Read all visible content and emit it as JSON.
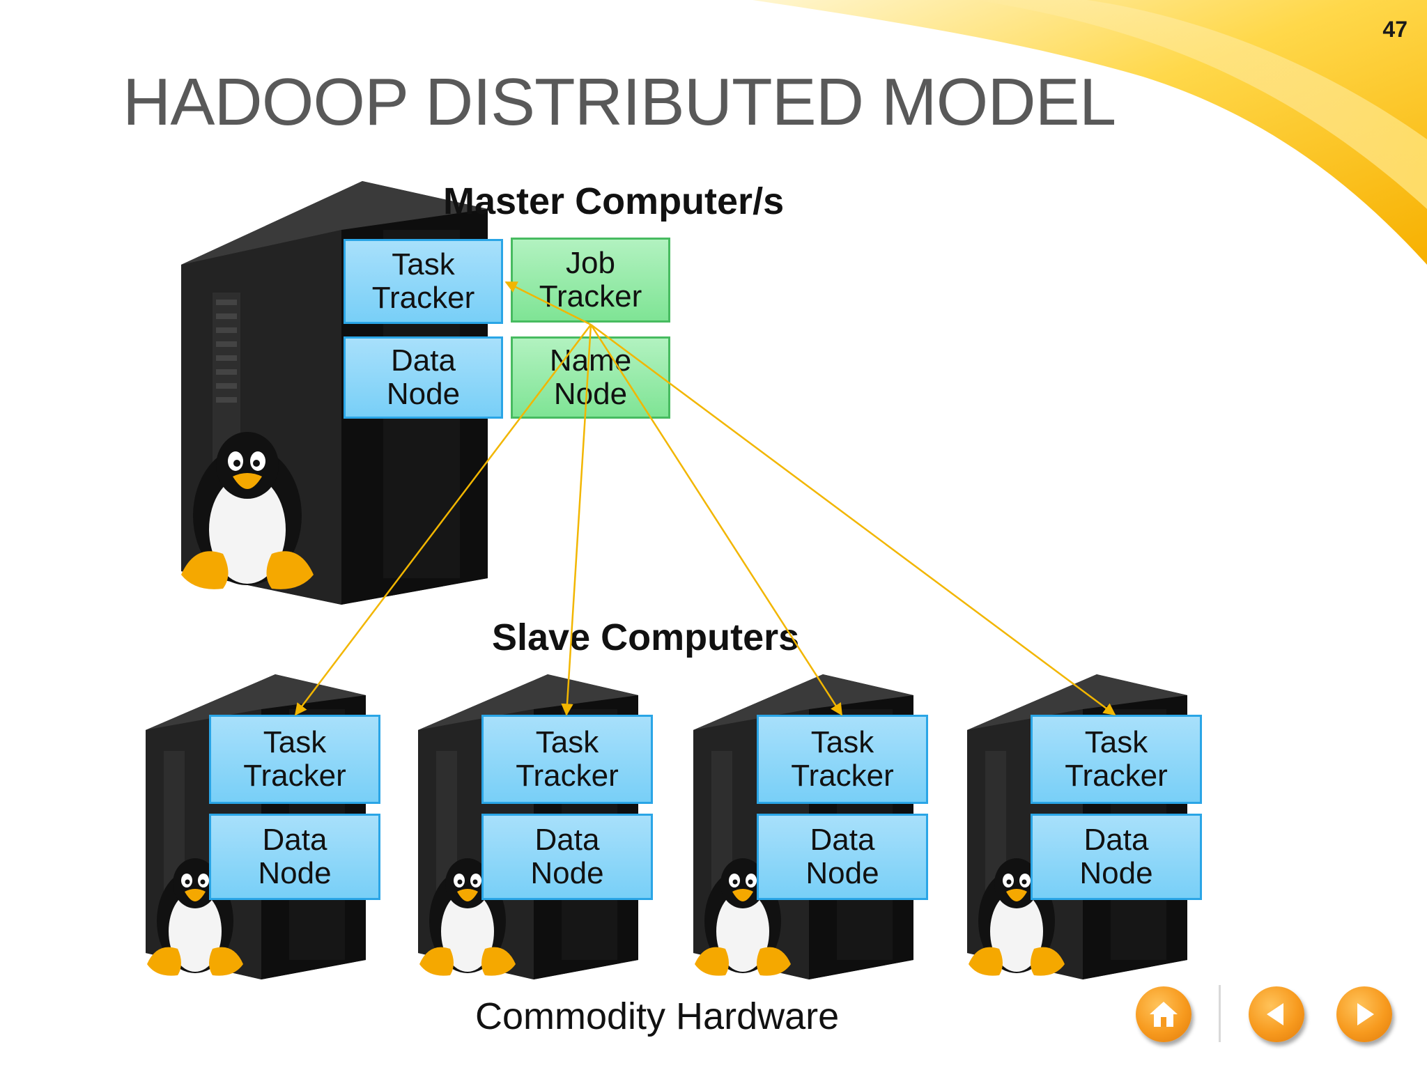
{
  "slide": {
    "number": "47",
    "title": "HADOOP DISTRIBUTED MODEL"
  },
  "master": {
    "heading": "Master Computer/s",
    "nodes": [
      {
        "line1": "Task",
        "line2": "Tracker"
      },
      {
        "line1": "Job",
        "line2": "Tracker"
      },
      {
        "line1": "Data",
        "line2": "Node"
      },
      {
        "line1": "Name",
        "line2": "Node"
      }
    ]
  },
  "slaves": {
    "heading": "Slave Computers",
    "machines": [
      {
        "task_line1": "Task",
        "task_line2": "Tracker",
        "data_line1": "Data",
        "data_line2": "Node"
      },
      {
        "task_line1": "Task",
        "task_line2": "Tracker",
        "data_line1": "Data",
        "data_line2": "Node"
      },
      {
        "task_line1": "Task",
        "task_line2": "Tracker",
        "data_line1": "Data",
        "data_line2": "Node"
      },
      {
        "task_line1": "Task",
        "task_line2": "Tracker",
        "data_line1": "Data",
        "data_line2": "Node"
      }
    ],
    "caption": "Commodity Hardware"
  },
  "colors": {
    "arrow": "#f2b600",
    "node_blue": "#78cff7",
    "node_green": "#7fe495",
    "swoosh": "#ffc000",
    "nav": "#f79a1e"
  },
  "icons": {
    "server": "server-tower-icon",
    "mascot": "linux-penguin-icon",
    "home": "home-icon",
    "prev": "previous-arrow-icon",
    "next": "next-arrow-icon"
  }
}
